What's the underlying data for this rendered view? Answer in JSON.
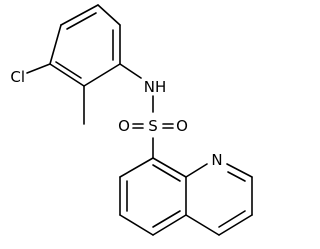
{
  "atoms": {
    "chlorine": "Cl",
    "nh": "NH",
    "sulfur": "S",
    "oxygen_left": "O",
    "oxygen_right": "O",
    "nitrogen_ring": "N"
  },
  "colors": {
    "bond": "#000000",
    "label": "#000000",
    "background": "#ffffff"
  }
}
